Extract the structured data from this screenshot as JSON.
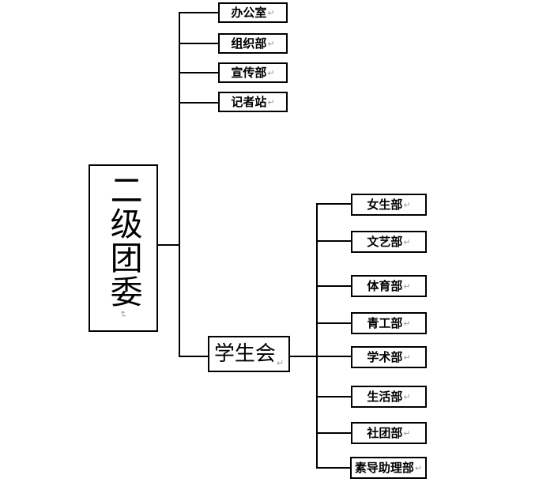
{
  "diagram": {
    "type": "organizational-chart",
    "title_node": {
      "label": "二级团委",
      "mark": "↵"
    },
    "branch_direct": {
      "items": [
        {
          "label": "办公室",
          "mark": "↵"
        },
        {
          "label": "组织部",
          "mark": "↵"
        },
        {
          "label": "宣传部",
          "mark": "↵"
        },
        {
          "label": "记者站",
          "mark": "↵"
        }
      ]
    },
    "branch_student_union": {
      "parent": {
        "label": "学生会",
        "mark": "↵"
      },
      "items": [
        {
          "label": "女生部",
          "mark": "↵"
        },
        {
          "label": "文艺部",
          "mark": "↵"
        },
        {
          "label": "体育部",
          "mark": "↵"
        },
        {
          "label": "青工部",
          "mark": "↵"
        },
        {
          "label": "学术部",
          "mark": "↵"
        },
        {
          "label": "生活部",
          "mark": "↵"
        },
        {
          "label": "社团部",
          "mark": "↵"
        },
        {
          "label": "素导助理部",
          "mark": "↵"
        }
      ]
    },
    "colors": {
      "line": "#000000",
      "box_border": "#000000",
      "box_fill": "#ffffff",
      "text": "#000000",
      "mark": "#9a9a9a"
    }
  }
}
